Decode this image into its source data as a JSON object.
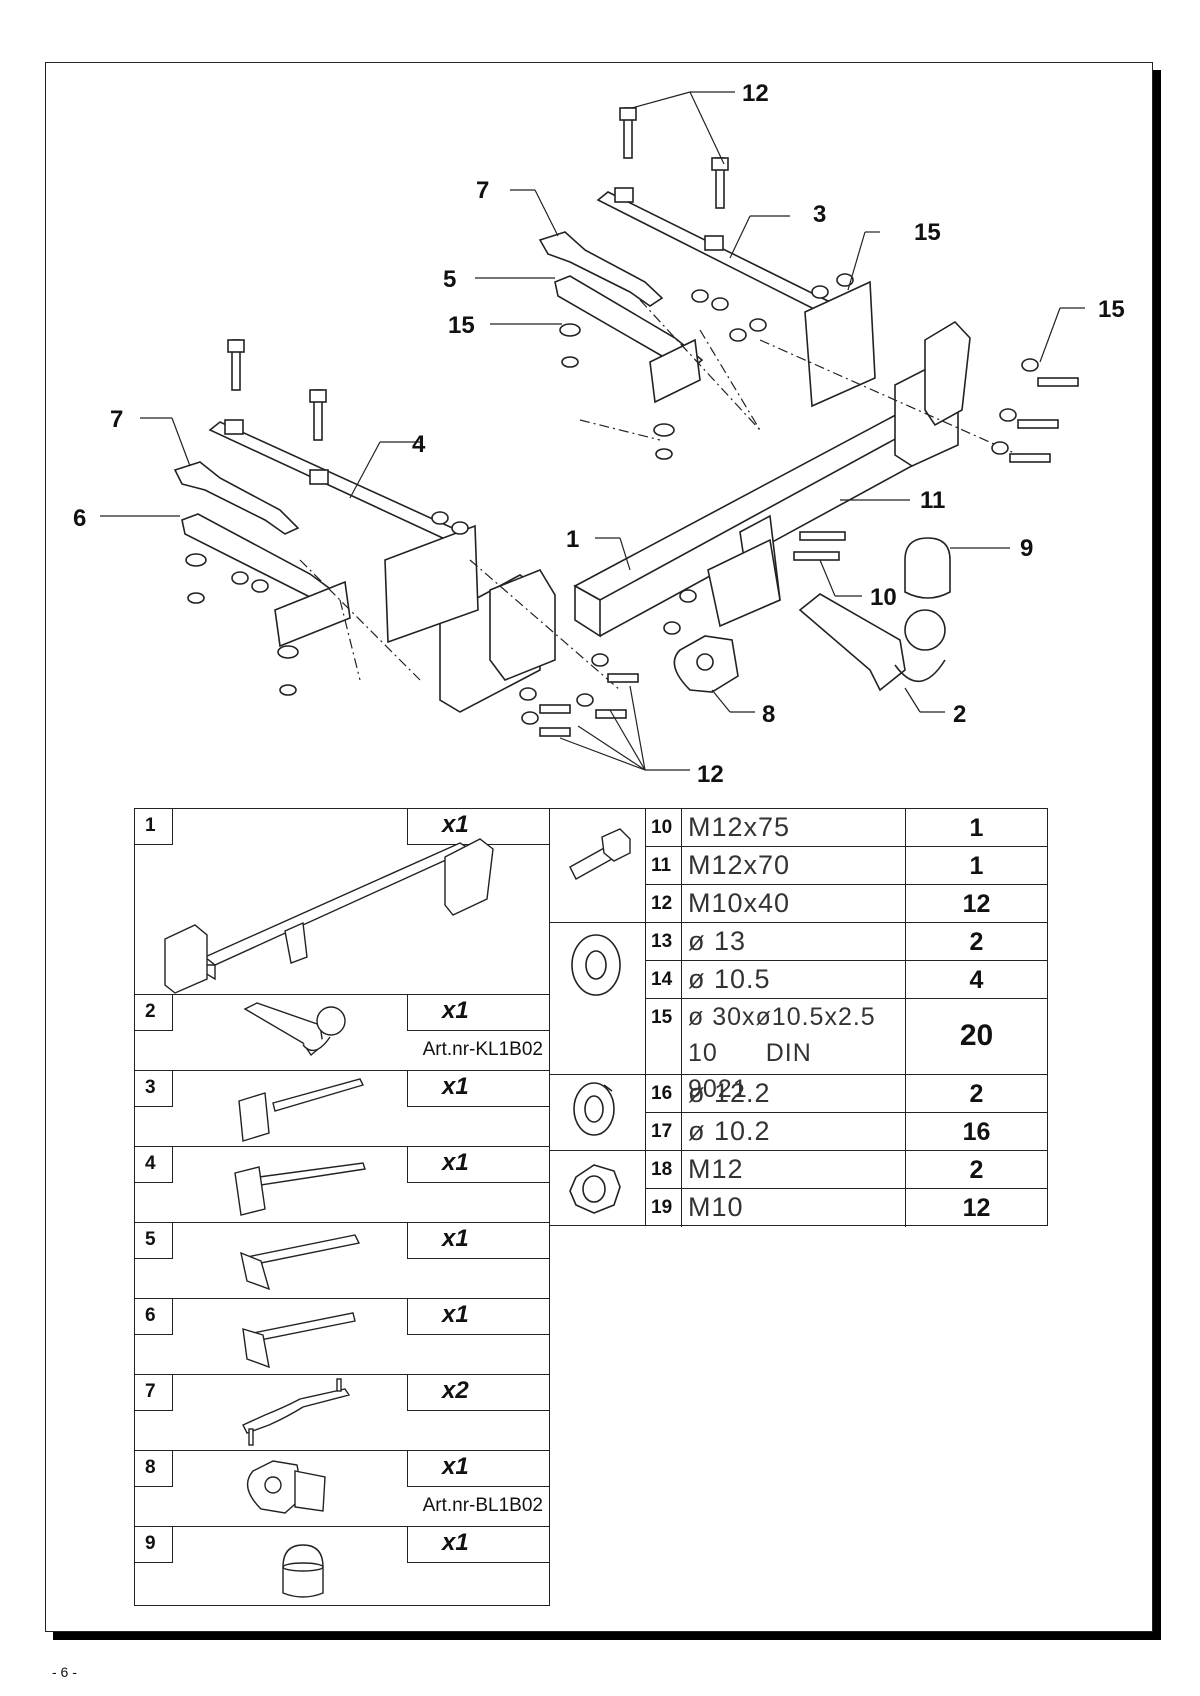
{
  "page_number": "- 6 -",
  "callouts": {
    "c12_top": "12",
    "c3": "3",
    "c15_a": "15",
    "c15_b": "15",
    "c15_c": "15",
    "c7_a": "7",
    "c5": "5",
    "c7_b": "7",
    "c4": "4",
    "c6": "6",
    "c1": "1",
    "c11": "11",
    "c9": "9",
    "c10": "10",
    "c8": "8",
    "c2": "2",
    "c12_bottom": "12"
  },
  "left_table": [
    {
      "num": "1",
      "qty_x": "x",
      "qty": "1",
      "art": ""
    },
    {
      "num": "2",
      "qty_x": "x",
      "qty": "1",
      "art": "Art.nr-KL1B02"
    },
    {
      "num": "3",
      "qty_x": "x",
      "qty": "1",
      "art": ""
    },
    {
      "num": "4",
      "qty_x": "x",
      "qty": "1",
      "art": ""
    },
    {
      "num": "5",
      "qty_x": "x",
      "qty": "1",
      "art": ""
    },
    {
      "num": "6",
      "qty_x": "x",
      "qty": "1",
      "art": ""
    },
    {
      "num": "7",
      "qty_x": "x",
      "qty": "2",
      "art": ""
    },
    {
      "num": "8",
      "qty_x": "x",
      "qty": "1",
      "art": "Art.nr-BL1B02"
    },
    {
      "num": "9",
      "qty_x": "x",
      "qty": "1",
      "art": ""
    }
  ],
  "right_table": [
    {
      "num": "10",
      "desc": "M12x75",
      "qty": "1"
    },
    {
      "num": "11",
      "desc": "M12x70",
      "qty": "1"
    },
    {
      "num": "12",
      "desc": "M10x40",
      "qty": "12"
    },
    {
      "num": "13",
      "desc": "ø 13",
      "qty": "2"
    },
    {
      "num": "14",
      "desc": "ø 10.5",
      "qty": "4"
    },
    {
      "num": "15",
      "desc": "ø 30xø10.5x2.5",
      "desc2": "10 DIN 9021",
      "qty": "20"
    },
    {
      "num": "16",
      "desc": "ø 12.2",
      "qty": "2"
    },
    {
      "num": "17",
      "desc": "ø 10.2",
      "qty": "16"
    },
    {
      "num": "18",
      "desc": "M12",
      "qty": "2"
    },
    {
      "num": "19",
      "desc": "M10",
      "qty": "12"
    }
  ]
}
